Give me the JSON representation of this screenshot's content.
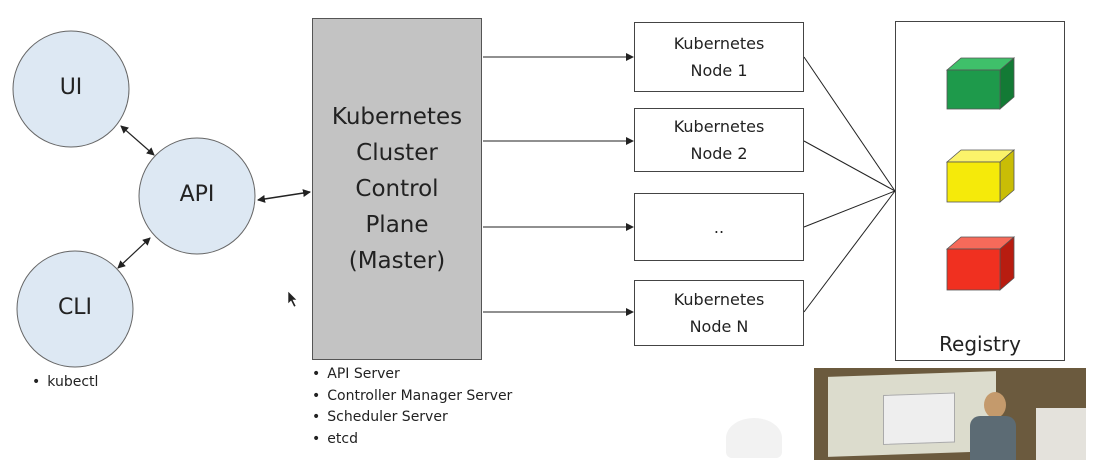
{
  "clients": {
    "ui": "UI",
    "api": "API",
    "cli": "CLI"
  },
  "cli_bullets": [
    "kubectl"
  ],
  "master": {
    "label": "Kubernetes\nCluster\nControl\nPlane\n(Master)"
  },
  "master_bullets": [
    "API Server",
    "Controller Manager Server",
    "Scheduler Server",
    "etcd"
  ],
  "nodes": [
    {
      "label": "Kubernetes\nNode 1"
    },
    {
      "label": "Kubernetes\nNode 2"
    },
    {
      "label": ".."
    },
    {
      "label": "Kubernetes\nNode N"
    }
  ],
  "registry": {
    "label": "Registry",
    "images": [
      {
        "color": "#1e9a4b",
        "name": "green-image-cube-icon"
      },
      {
        "color": "#f5ea0a",
        "name": "yellow-image-cube-icon"
      },
      {
        "color": "#f03020",
        "name": "red-image-cube-icon"
      }
    ]
  },
  "colors": {
    "circle_fill": "#dde8f3",
    "master_fill": "#c3c3c3",
    "line": "#222222"
  }
}
